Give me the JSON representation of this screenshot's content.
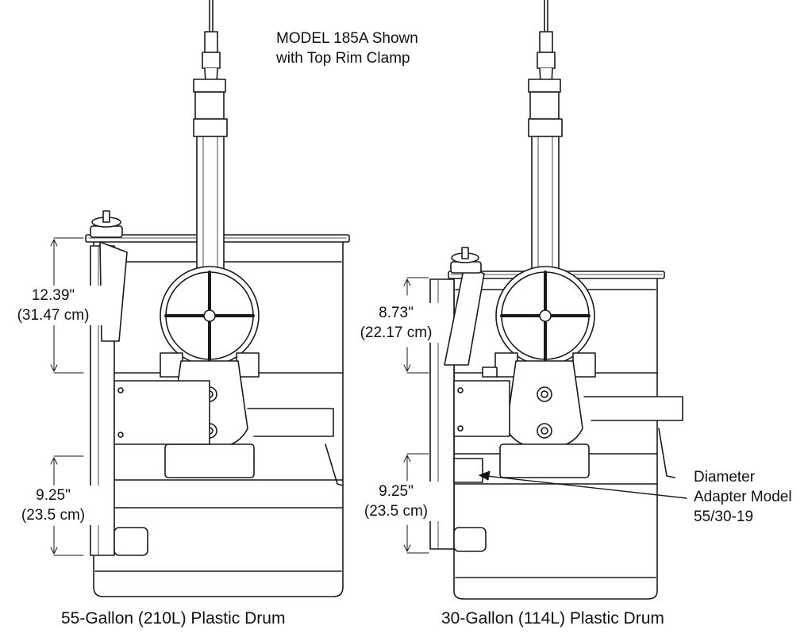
{
  "model_note": [
    "MODEL 185A Shown",
    "with Top Rim Clamp"
  ],
  "left_drum": {
    "caption": "55-Gallon (210L) Plastic Drum",
    "dim_top": [
      "12.39\"",
      "(31.47 cm)"
    ],
    "dim_bottom": [
      "9.25\"",
      "(23.5 cm)"
    ]
  },
  "right_drum": {
    "caption": "30-Gallon (114L) Plastic Drum",
    "dim_top": [
      "8.73\"",
      "(22.17 cm)"
    ],
    "dim_bottom": [
      "9.25\"",
      "(23.5 cm)"
    ]
  },
  "adapter_callout": [
    "Diameter",
    "Adapter Model",
    "55/30-19"
  ]
}
